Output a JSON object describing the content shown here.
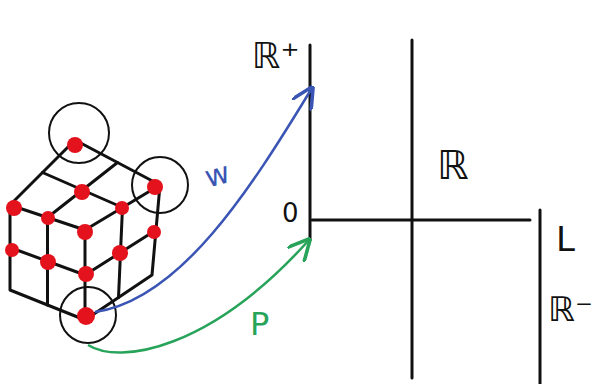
{
  "diagram": {
    "labels": [
      "ℝ⁺",
      "0",
      "ℝ",
      "L",
      "ℝ⁻",
      "w",
      "P"
    ]
  }
}
